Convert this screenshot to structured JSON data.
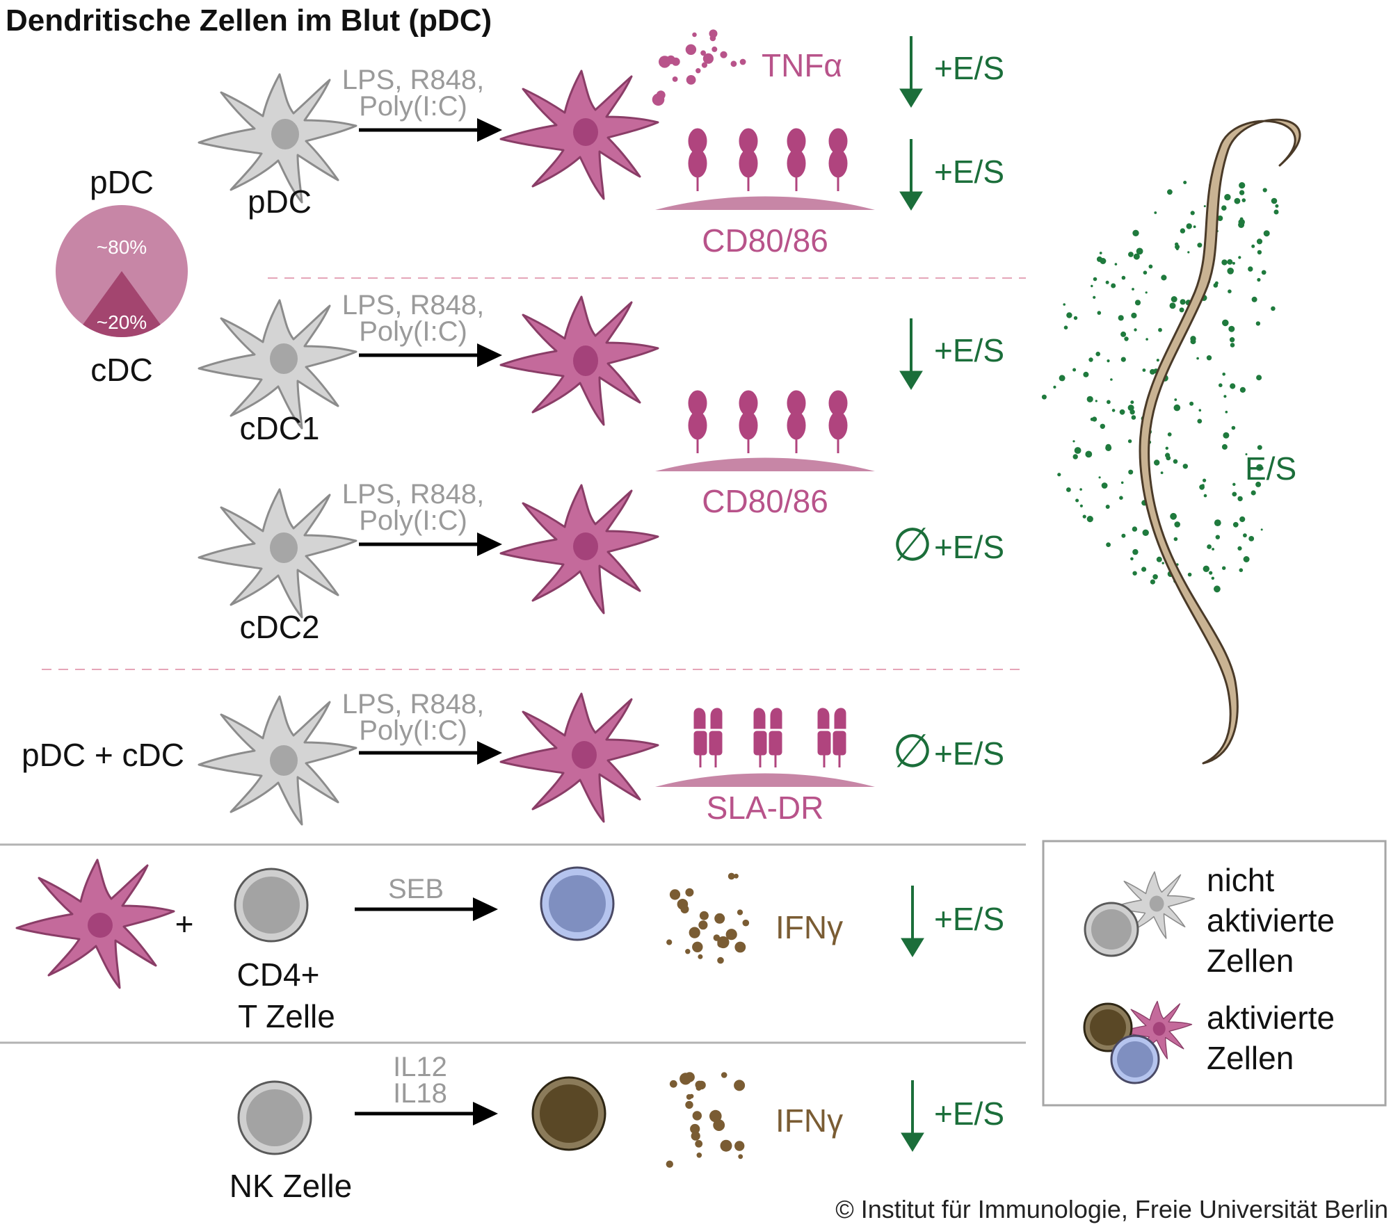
{
  "title": "Dendritische Zellen im Blut (pDC)",
  "colors": {
    "activated": "#b8538a",
    "activated_dark": "#a4427a",
    "resting": "#d4d4d4",
    "resting_stroke": "#8c8c8c",
    "inhibit_green": "#1b6e3a",
    "ifn_brown": "#7a5c33",
    "worm": "#c9b393",
    "pie_main": "#c786a6",
    "pie_minor": "#a3456f",
    "t_cell_active": "#7f8fc0",
    "nk_active": "#5a4826"
  },
  "pie": {
    "top_label": "pDC",
    "bottom_label": "cDC",
    "slice_major": "~80%",
    "slice_minor": "~20%",
    "shares": [
      80,
      20
    ]
  },
  "rows": {
    "pdc": {
      "cell_label": "pDC",
      "stimulus_line1": "LPS, R848,",
      "stimulus_line2": "Poly(I:C)",
      "cytokine_label": "TNFα",
      "cytokine_effect": "+E/S",
      "marker_label": "CD80/86",
      "marker_effect": "+E/S"
    },
    "cdc1": {
      "cell_label": "cDC1",
      "stimulus_line1": "LPS, R848,",
      "stimulus_line2": "Poly(I:C)",
      "effect": "+E/S"
    },
    "cdc2": {
      "cell_label": "cDC2",
      "stimulus_line1": "LPS, R848,",
      "stimulus_line2": "Poly(I:C)",
      "effect": "+E/S",
      "no_effect_symbol": "∅"
    },
    "shared_marker_label": "CD80/86",
    "mixed": {
      "cell_label": "pDC + cDC",
      "stimulus_line1": "LPS, R848,",
      "stimulus_line2": "Poly(I:C)",
      "marker_label": "SLA-DR",
      "effect": "+E/S",
      "no_effect_symbol": "∅"
    },
    "tcell": {
      "plus": "+",
      "cell_label_line1": "CD4+",
      "cell_label_line2": "T Zelle",
      "stimulus": "SEB",
      "cytokine_label": "IFNγ",
      "effect": "+E/S"
    },
    "nk": {
      "cell_label": "NK Zelle",
      "stimulus_line1": "IL12",
      "stimulus_line2": "IL18",
      "cytokine_label": "IFNγ",
      "effect": "+E/S"
    }
  },
  "worm_label": "E/S",
  "legend": {
    "inactive_line1": "nicht",
    "inactive_line2": "aktivierte",
    "inactive_line3": "Zellen",
    "active_line1": "aktivierte",
    "active_line2": "Zellen"
  },
  "copyright": "© Institut für Immunologie, Freie Universität Berlin"
}
